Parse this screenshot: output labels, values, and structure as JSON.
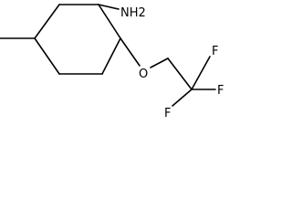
{
  "molecule": {
    "atom_labels": {
      "amine": "NH2",
      "ether_oxygen": "O",
      "fluorine_top": "F",
      "fluorine_right": "F",
      "fluorine_bottom": "F"
    }
  },
  "colors": {
    "bond": "#000000",
    "background": "#ffffff"
  }
}
